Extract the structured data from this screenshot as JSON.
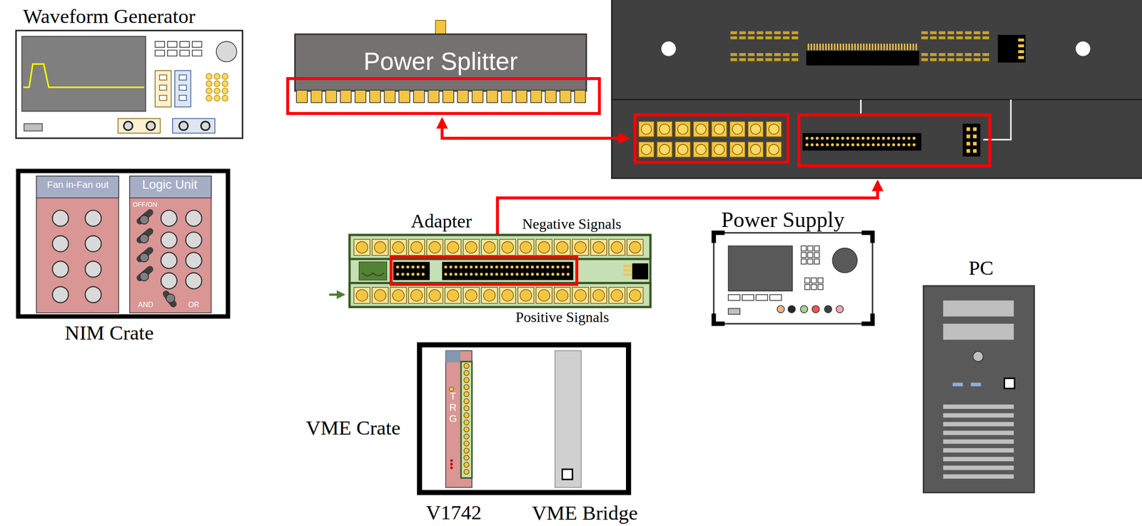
{
  "diagram": {
    "nodes": [
      {
        "text": [
          "Waveform Generator"
        ]
      },
      {
        "text": [
          "NIM Crate"
        ]
      },
      {
        "text": [
          "Fan in-Fan out"
        ],
        "in": 1
      },
      {
        "text": [
          "Logic Unit",
          "OFF/ON",
          "AND",
          "OR"
        ],
        "in": 1
      },
      {
        "text": [
          "Power Splitter"
        ]
      },
      {
        "text": [
          "Adapter",
          "Negative Signals",
          "Positive Signals"
        ]
      },
      {
        "text": [
          "Power Supply"
        ]
      },
      {
        "text": [
          "VME Crate"
        ]
      },
      {
        "text": [
          "T R G",
          "V1742"
        ],
        "in": 7
      },
      {
        "text": [
          "VME Bridge"
        ],
        "in": 7
      },
      {
        "text": [
          "PC"
        ]
      }
    ],
    "edges": [
      {
        "from": 0,
        "to": 2,
        "arrow": "none"
      },
      {
        "from": 2,
        "to": 4,
        "arrow": "none"
      },
      {
        "from": 2,
        "to": 3,
        "arrow": "none"
      },
      {
        "from": 3,
        "to": 8,
        "arrow": "none"
      },
      {
        "from": 8,
        "to": 5,
        "arrow": "to"
      },
      {
        "from": 6,
        "to": 5,
        "arrow": "none"
      },
      {
        "from": 6,
        "to": 5,
        "arrow": "none"
      },
      {
        "from": 6,
        "to": 5,
        "arrow": "none"
      },
      {
        "from": 9,
        "to": 10,
        "arrow": "none"
      }
    ]
  }
}
